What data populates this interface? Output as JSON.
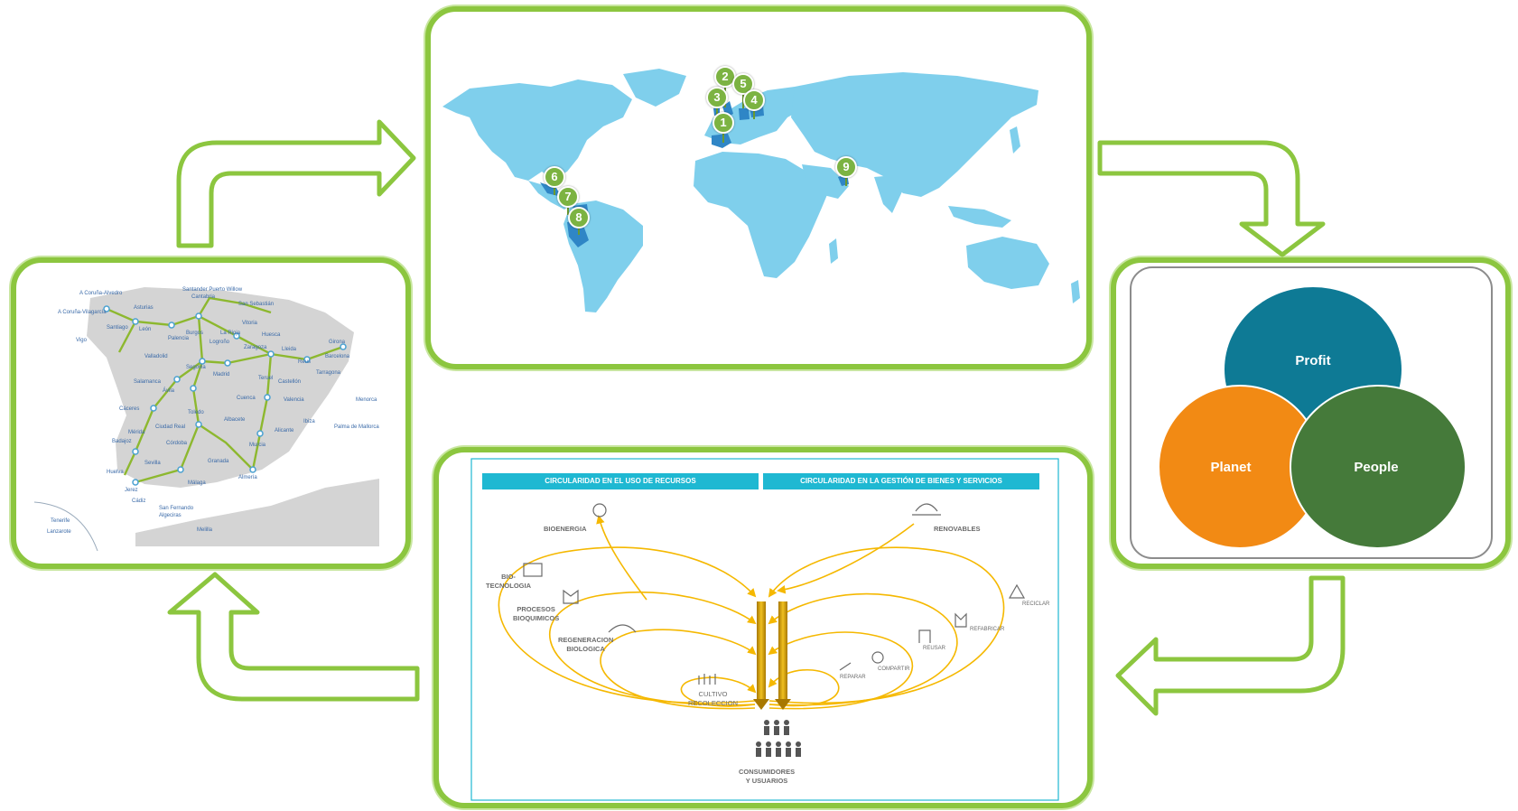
{
  "world_map": {
    "pins": [
      {
        "label": "1",
        "name": "Spain"
      },
      {
        "label": "2",
        "name": "United Kingdom"
      },
      {
        "label": "3",
        "name": "Ireland"
      },
      {
        "label": "4",
        "name": "Poland"
      },
      {
        "label": "5",
        "name": "Germany"
      },
      {
        "label": "6",
        "name": "Mexico"
      },
      {
        "label": "7",
        "name": "Colombia"
      },
      {
        "label": "8",
        "name": "Peru"
      },
      {
        "label": "9",
        "name": "Oman"
      }
    ]
  },
  "spain_map": {
    "labels": [
      "A Coruña-Alvedro",
      "A Coruña-Vilagarcía",
      "Vigo",
      "Asturias",
      "Santiago",
      "Santander Puerto Willow",
      "Cantabria",
      "San Sebastián",
      "Vitoria",
      "Huesca",
      "Tarragona",
      "Girona",
      "Barcelona",
      "Lleida",
      "Zaragoza",
      "Logroño",
      "La Rioja",
      "Burgos",
      "León",
      "Palencia",
      "Valladolid",
      "Salamanca",
      "Segovia",
      "Madrid",
      "Ávila",
      "Toledo",
      "Cuenca",
      "Valencia",
      "Castellón",
      "Alicante",
      "Murcia",
      "Albacete",
      "Ciudad Real",
      "Córdoba",
      "Sevilla",
      "Málaga",
      "Granada",
      "Almería",
      "Huelva",
      "Jerez",
      "Cádiz",
      "Badajoz",
      "Mérida",
      "Cáceres",
      "Reus",
      "Teruel",
      "Ibiza",
      "Palma de Mallorca",
      "Menorca",
      "San Fernando",
      "Algeciras",
      "Melilla",
      "Tenerife",
      "Lanzarote"
    ]
  },
  "venn": {
    "circles": [
      {
        "label": "Profit",
        "color": "#0e7a95"
      },
      {
        "label": "Planet",
        "color": "#f28a14"
      },
      {
        "label": "People",
        "color": "#457a3a"
      }
    ]
  },
  "circular": {
    "band_left": "CIRCULARIDAD EN EL USO DE RECURSOS",
    "band_right": "CIRCULARIDAD EN LA GESTIÓN DE BIENES Y SERVICIOS",
    "bioenergia": "BIOENERGIA",
    "biotecnologia_1": "BIO-",
    "biotecnologia_2": "TECNOLOGIA",
    "procesos_1": "PROCESOS",
    "procesos_2": "BIOQUIMICOS",
    "regeneracion_1": "REGENERACION",
    "regeneracion_2": "BIOLOGICA",
    "cultivo_1": "CULTIVO",
    "cultivo_2": "RECOLECCION",
    "renovables": "RENOVABLES",
    "reciclar": "RECICLAR",
    "refabricar": "REFABRICAR",
    "reusar": "REUSAR",
    "compartir": "COMPARTIR",
    "reparar": "REPARAR",
    "consumidores_1": "CONSUMIDORES",
    "consumidores_2": "Y USUARIOS"
  },
  "colors": {
    "frame_green": "#8cc63f",
    "map_blue": "#7fcfec",
    "highlight_blue": "#2f86c6",
    "band_cyan": "#1fb8d2",
    "orbit_yellow": "#f5b800"
  }
}
